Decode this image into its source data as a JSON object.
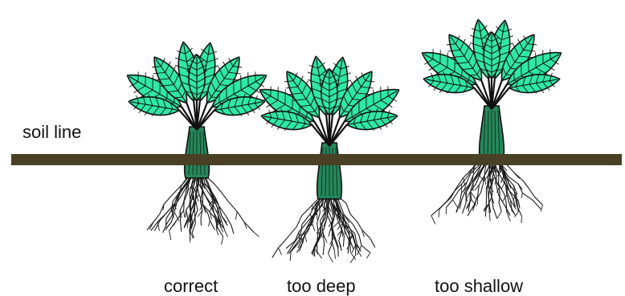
{
  "soil_line_label": "soil line",
  "plants": [
    {
      "label": "correct"
    },
    {
      "label": "too deep"
    },
    {
      "label": "too shallow"
    }
  ],
  "colors": {
    "soil": "#4a4026",
    "leaf": "#2ee8a4",
    "stem": "#25875a",
    "outline": "#111111",
    "roots": "#1a1a1a"
  }
}
